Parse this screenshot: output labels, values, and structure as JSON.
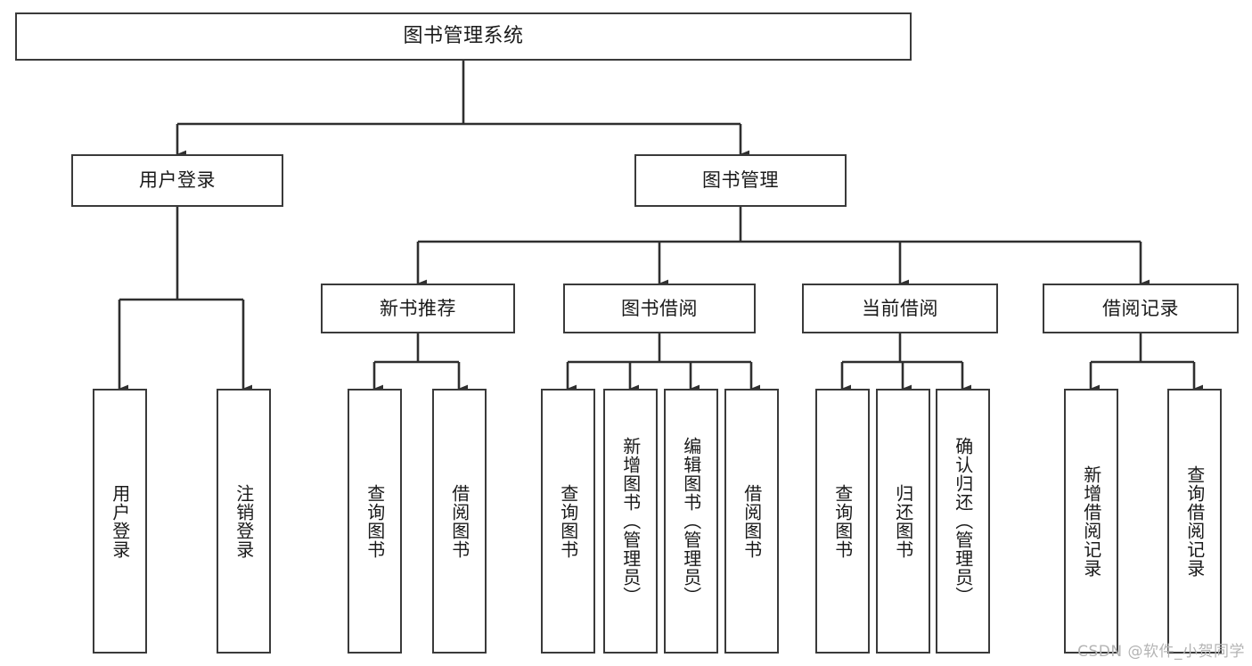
{
  "diagram": {
    "type": "tree-hierarchy-chart",
    "title": "图书管理系统",
    "watermark": "CSDN @软件_小贺同学",
    "colors": {
      "box_border": "#3a3a3a",
      "box_fill": "#ffffff",
      "connector": "#2f2f2f",
      "text": "#1a1a1a",
      "watermark": "#b4b4b4",
      "background": "#ffffff"
    },
    "nodes": {
      "root": {
        "label": "图书管理系统"
      },
      "level1": [
        {
          "id": "user-login",
          "label": "用户登录"
        },
        {
          "id": "book-management",
          "label": "图书管理"
        }
      ],
      "level2": [
        {
          "id": "new-book-recommend",
          "label": "新书推荐"
        },
        {
          "id": "book-borrow",
          "label": "图书借阅"
        },
        {
          "id": "current-borrow",
          "label": "当前借阅"
        },
        {
          "id": "borrow-record",
          "label": "借阅记录"
        }
      ],
      "leaves": {
        "user-login": [
          {
            "id": "leaf-user-login",
            "label": "用户登录"
          },
          {
            "id": "leaf-user-logout",
            "label": "注销登录"
          }
        ],
        "new-book-recommend": [
          {
            "id": "leaf-query-book-1",
            "label": "查询图书"
          },
          {
            "id": "leaf-borrow-book-1",
            "label": "借阅图书"
          }
        ],
        "book-borrow": [
          {
            "id": "leaf-query-book-2",
            "label": "查询图书"
          },
          {
            "id": "leaf-add-book",
            "label": "新增图书（管理员）"
          },
          {
            "id": "leaf-edit-book",
            "label": "编辑图书（管理员）"
          },
          {
            "id": "leaf-borrow-book-2",
            "label": "借阅图书"
          }
        ],
        "current-borrow": [
          {
            "id": "leaf-query-book-3",
            "label": "查询图书"
          },
          {
            "id": "leaf-return-book",
            "label": "归还图书"
          },
          {
            "id": "leaf-confirm-return",
            "label": "确认归还（管理员）"
          }
        ],
        "borrow-record": [
          {
            "id": "leaf-add-record",
            "label": "新增借阅记录"
          },
          {
            "id": "leaf-query-record",
            "label": "查询借阅记录"
          }
        ]
      }
    }
  }
}
